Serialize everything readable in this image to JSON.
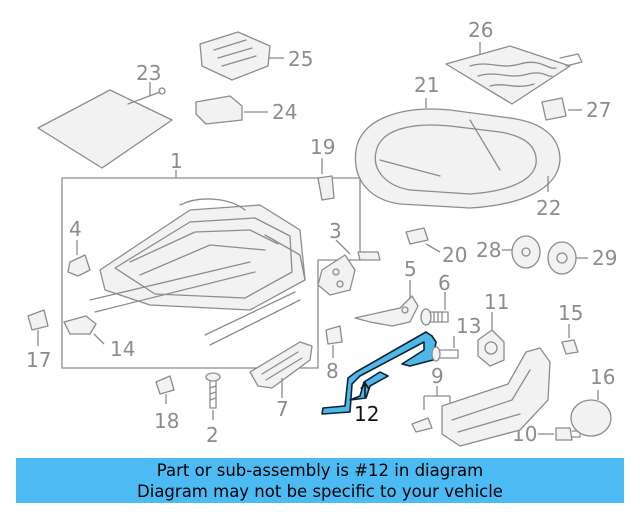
{
  "diagram": {
    "highlight_part": "12",
    "highlight_color": "#4fb8e8",
    "line_color": "#8c8c8c",
    "parts": [
      "1",
      "2",
      "3",
      "4",
      "5",
      "6",
      "7",
      "8",
      "9",
      "10",
      "11",
      "12",
      "13",
      "14",
      "15",
      "16",
      "17",
      "18",
      "19",
      "20",
      "21",
      "22",
      "23",
      "24",
      "25",
      "26",
      "27",
      "28",
      "29"
    ]
  },
  "banner": {
    "line1": "Part or sub-assembly is #12 in diagram",
    "line2": "Diagram may not be specific to your vehicle",
    "background": "#4dbbf3"
  }
}
